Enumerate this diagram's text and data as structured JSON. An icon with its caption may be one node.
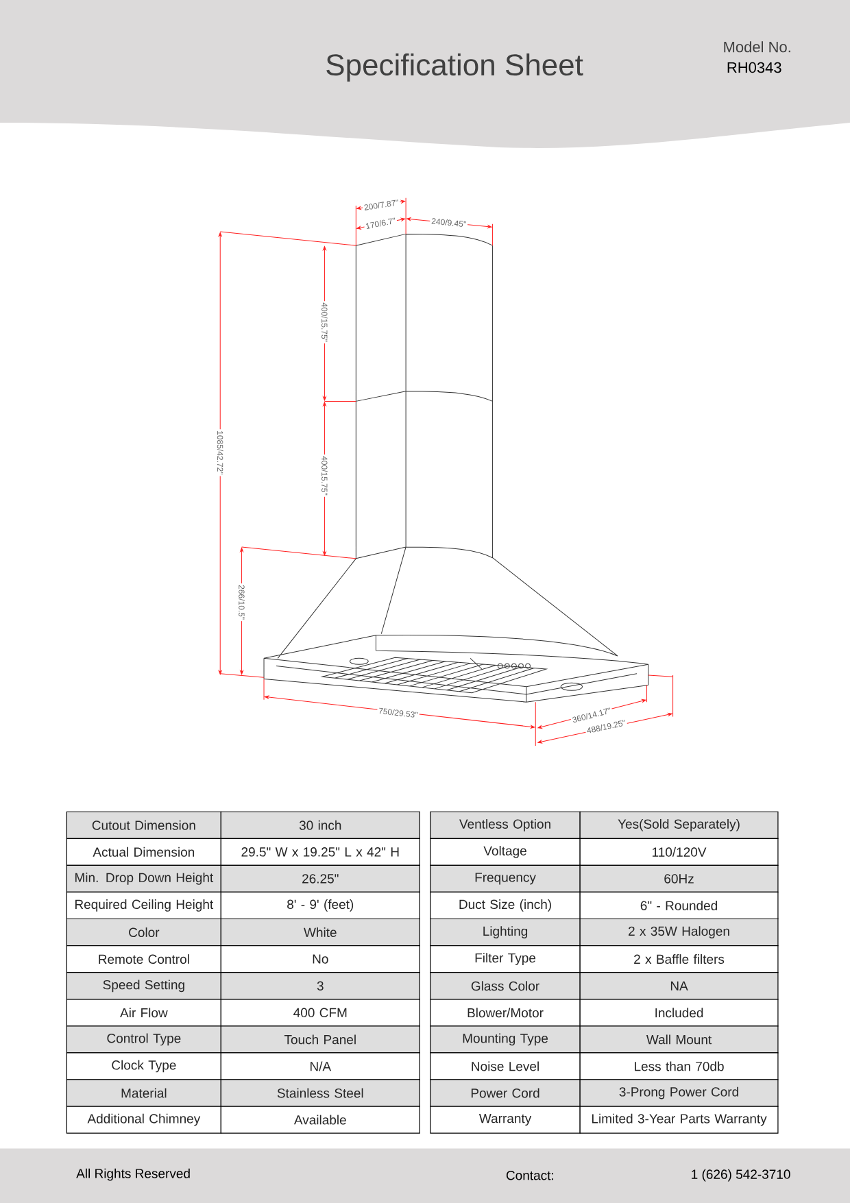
{
  "diagram": {
    "title": "Specification Sheet",
    "labels": [
      "Model No.",
      "RH0343",
      "200/7.87\"",
      "170/6.7\"",
      "240/9.45\"",
      "1085/42.72\"",
      "400/15.75\"",
      "400/15.75\"",
      "266/10.5\"",
      "750/29.53\"",
      "360/14.17\"",
      "488/19.25\"",
      "Cutout Dimension",
      "30 inch",
      "Actual Dimension",
      "29.5\" W x 19.25\" L x 42\" H",
      "Min. Drop Down Height",
      "26.25\"",
      "Required Ceiling Height",
      "8' - 9' (feet)",
      "Color",
      "White",
      "Remote Control",
      "No",
      "Speed Setting",
      "3",
      "Air Flow",
      "400 CFM",
      "Control Type",
      "Touch Panel",
      "Clock Type",
      "N/A",
      "Material",
      "Stainless Steel",
      "Additional Chimney",
      "Available",
      "Ventless Option",
      "Yes(Sold Separately)",
      "Voltage",
      "110/120V",
      "Frequency",
      "60Hz",
      "Duct Size (inch)",
      "6\" - Rounded",
      "Lighting",
      "2 x 35W Halogen",
      "Filter Type",
      "2 x Baffle filters",
      "Glass Color",
      "NA",
      "Blower/Motor",
      "Included",
      "Mounting Type",
      "Wall Mount",
      "Noise Level",
      "Less than 70db",
      "Power Cord",
      "3-Prong Power Cord",
      "Warranty",
      "Limited 3-Year Parts Warranty",
      "All Rights Reserved",
      "Contact:",
      "1 (626) 542-3710"
    ]
  }
}
